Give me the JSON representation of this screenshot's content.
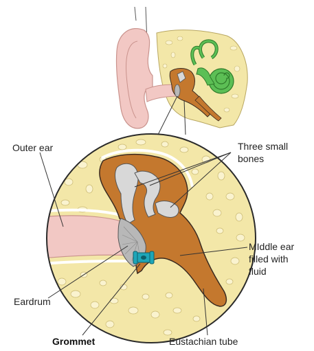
{
  "labels": {
    "outer_ear": "Outer ear",
    "three_small_bones_line1": "Three small",
    "three_small_bones_line2": "bones",
    "middle_ear_line1": "MIddle ear",
    "middle_ear_line2": "filled with",
    "middle_ear_line3": "fluid",
    "eardrum": "Eardrum",
    "grommet": "Grommet",
    "eustachian_tube": "Eustachian tube"
  },
  "colors": {
    "skin": "#f2c8c4",
    "skin_outline": "#c9928c",
    "bone": "#f3e7a8",
    "bone_pores": "#faf3cf",
    "middle_ear_fluid": "#c4782e",
    "ossicles": "#d8d8d8",
    "eardrum": "#b8b8b8",
    "cochlea": "#5cbf55",
    "grommet": "#1ea6b8",
    "outline": "#3a2a20"
  }
}
